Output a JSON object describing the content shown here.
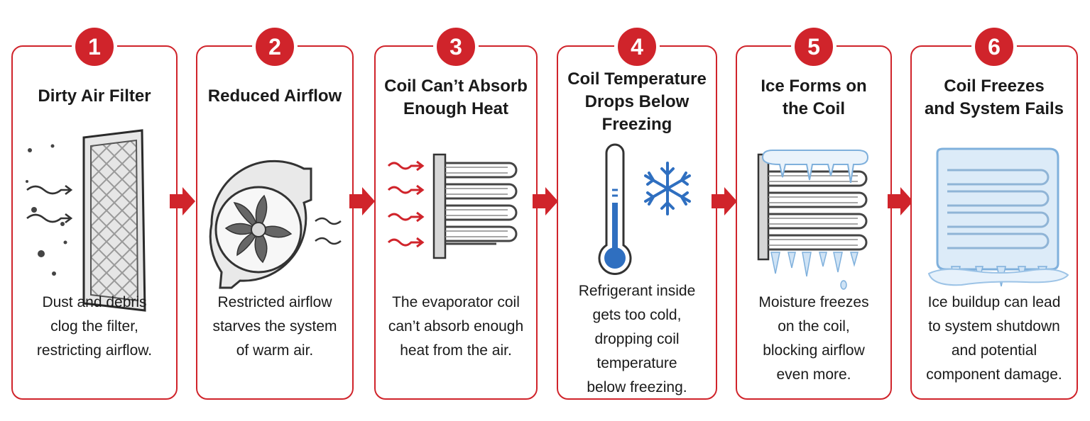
{
  "steps": [
    {
      "number": "1",
      "title": "Dirty Air Filter",
      "description": "Dust and debris\nclog the filter,\nrestricting airflow.",
      "icon": "dirty-air-filter"
    },
    {
      "number": "2",
      "title": "Reduced Airflow",
      "description": "Restricted airflow\nstarves the system\nof warm air.",
      "icon": "blower-fan"
    },
    {
      "number": "3",
      "title": "Coil Can’t Absorb\nEnough Heat",
      "description": "The evaporator coil\ncan’t absorb enough\nheat from the air.",
      "icon": "evaporator-coil-with-heat"
    },
    {
      "number": "4",
      "title": "Coil Temperature\nDrops Below\nFreezing",
      "description": "Refrigerant inside\ngets too cold,\ndropping coil\ntemperature\nbelow freezing.",
      "icon": "thermometer-and-snowflake"
    },
    {
      "number": "5",
      "title": "Ice Forms on\nthe Coil",
      "description": "Moisture freezes\non the coil,\nblocking airflow\neven more.",
      "icon": "iced-coil"
    },
    {
      "number": "6",
      "title": "Coil Freezes\nand System Fails",
      "description": "Ice buildup can lead\nto system shutdown\nand potential\ncomponent damage.",
      "icon": "frozen-coil"
    }
  ],
  "colors": {
    "accent": "#d0242b",
    "ice": "#cfe3f5",
    "cold_blue": "#2f6fc0"
  }
}
